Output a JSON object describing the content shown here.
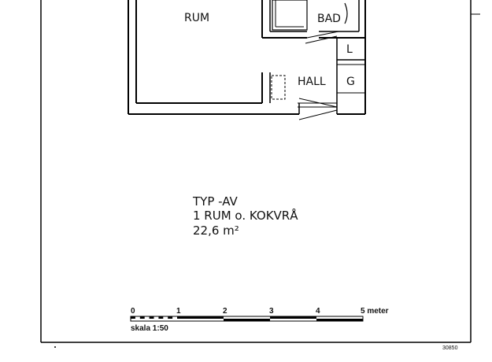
{
  "rooms": {
    "rum": "RUM",
    "bad": "BAD",
    "hall": "HALL",
    "closet_l": "L",
    "closet_g": "G"
  },
  "info": {
    "type": "TYP -AV",
    "layout": "1 RUM o. KOKVRÅ",
    "area": "22,6 m²"
  },
  "scale": {
    "ticks": [
      "0",
      "1",
      "2",
      "3",
      "4",
      "5 meter"
    ],
    "label": "skala 1:50"
  },
  "drawing_number": "30850"
}
